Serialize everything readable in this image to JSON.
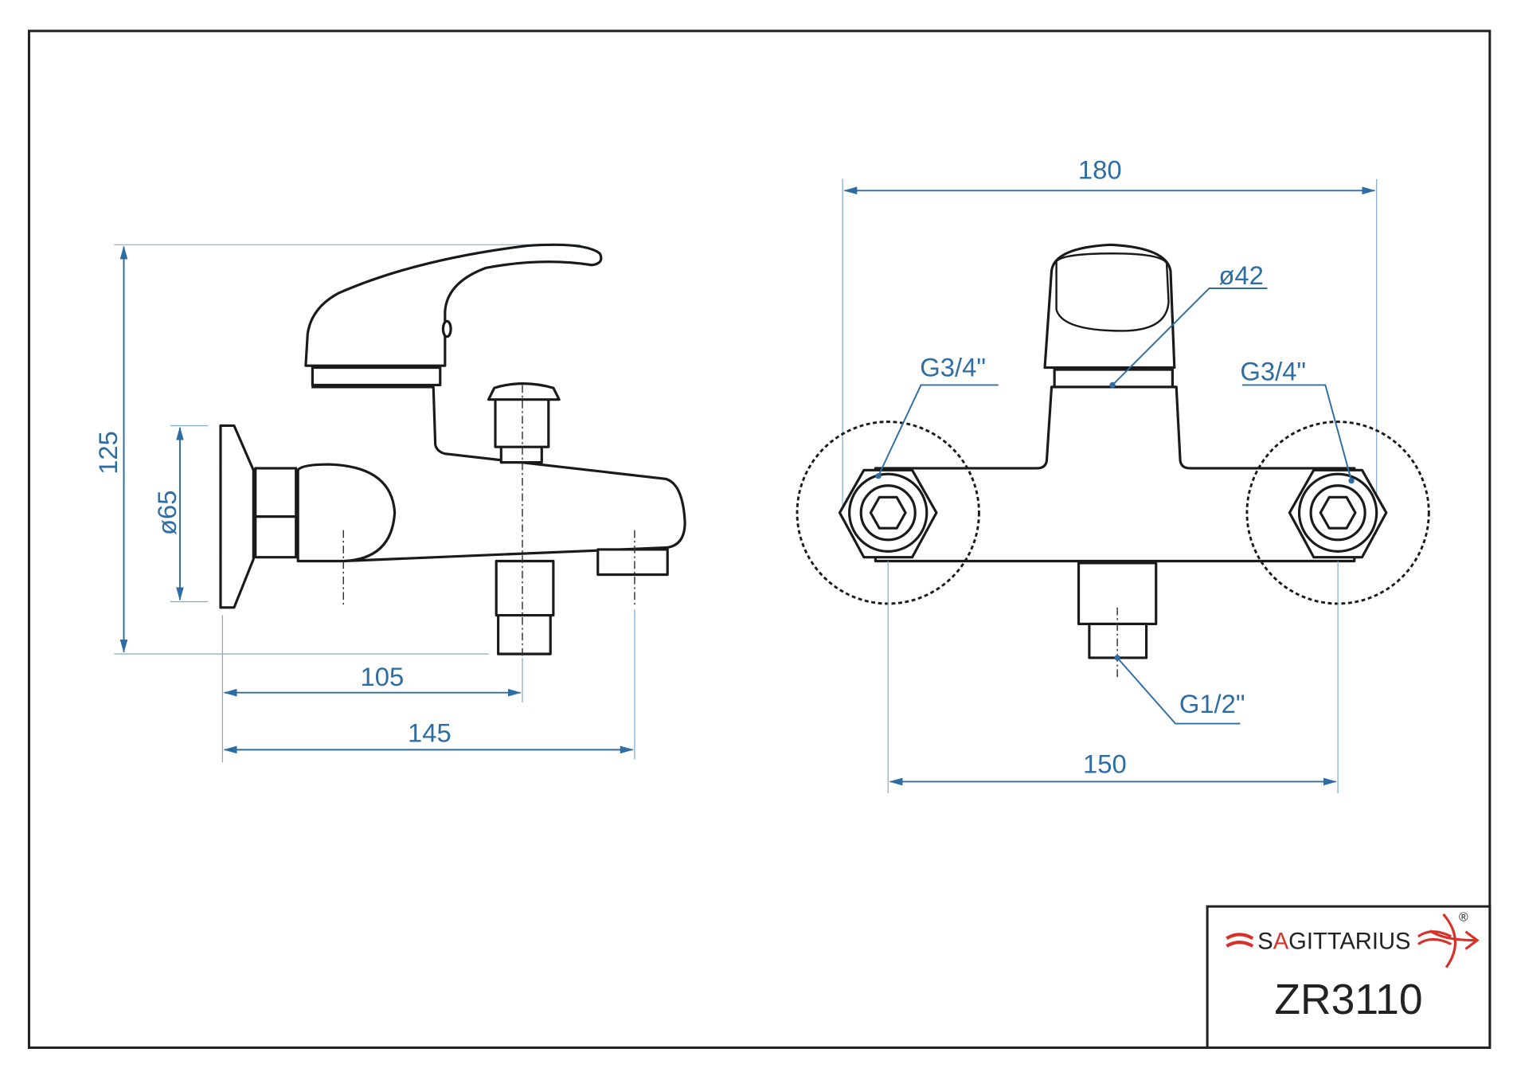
{
  "title_block": {
    "brand": "SAGITTARIUS",
    "brand_highlight": "A",
    "registered": "®",
    "model": "ZR3110"
  },
  "side_view": {
    "height": "125",
    "flange_diameter": "ø65",
    "outlet_distance": "105",
    "depth": "145"
  },
  "front_view": {
    "width": "180",
    "handle_diameter": "ø42",
    "inlet_left": "G3/4\"",
    "inlet_right": "G3/4\"",
    "outlet": "G1/2\"",
    "inlet_spacing": "150"
  },
  "colors": {
    "dimension": "#2e6da4",
    "brand_red": "#d9302a",
    "outline": "#1a1a1a"
  }
}
